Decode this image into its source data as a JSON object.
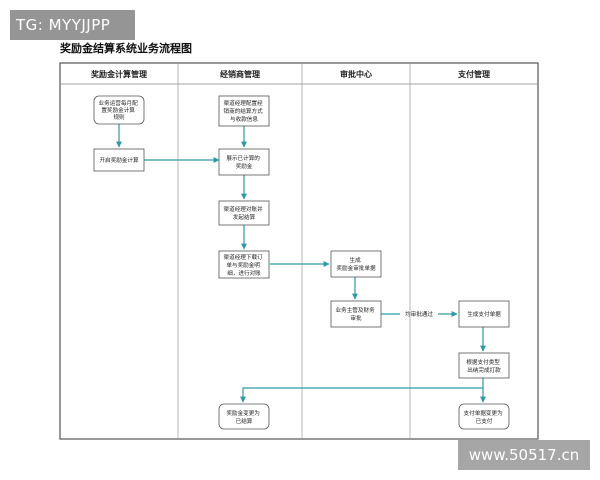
{
  "watermark_top": "TG: MYYJJPP",
  "watermark_bottom": "www.50517.cn",
  "title": "奖励金结算系统业务流程图",
  "accent_color": "#2e9aa6",
  "lanes": [
    {
      "id": "lane1",
      "title": "奖励金计算管理"
    },
    {
      "id": "lane2",
      "title": "经销商管理"
    },
    {
      "id": "lane3",
      "title": "审批中心"
    },
    {
      "id": "lane4",
      "title": "支付管理"
    }
  ],
  "nodes": {
    "n1": [
      "业务运营每月配",
      "置奖励金计算",
      "规则"
    ],
    "n2": [
      "开启奖励金计算"
    ],
    "n3": [
      "渠道经理配置经",
      "销商的结算方式",
      "与收款信息"
    ],
    "n4": [
      "展示已计算的",
      "奖励金"
    ],
    "n5": [
      "渠道经理对账并",
      "发起结算"
    ],
    "n6": [
      "渠道经理下载订",
      "单与奖励金明",
      "细，进行对账"
    ],
    "n7": [
      "生成",
      "奖励金审批单据"
    ],
    "n8": [
      "业务主管及财务",
      "审批"
    ],
    "n9": [
      "生成支付单据"
    ],
    "n10": [
      "根据支付类型",
      "出纳完成打款"
    ],
    "n11": [
      "奖励金变更为",
      "已结算"
    ],
    "n12": [
      "支付单据变更为",
      "已支付"
    ]
  },
  "edge_labels": {
    "approved": "均审批通过"
  }
}
